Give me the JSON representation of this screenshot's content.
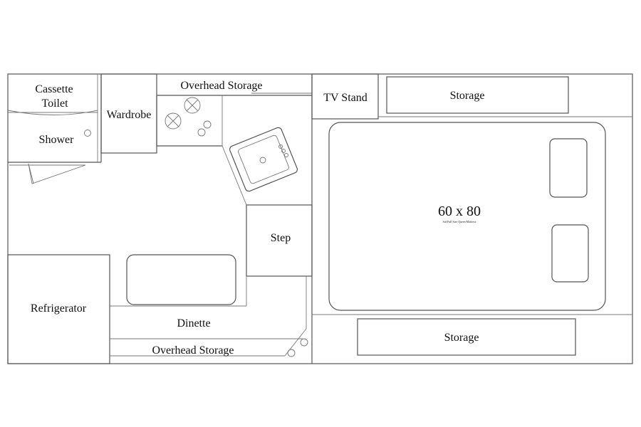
{
  "floorplan": {
    "cassette_toilet_line1": "Cassette",
    "cassette_toilet_line2": "Toilet",
    "shower": "Shower",
    "wardrobe": "Wardrobe",
    "overhead_storage_top": "Overhead Storage",
    "tv_stand": "TV Stand",
    "storage_top": "Storage",
    "mattress_size": "60 x 80",
    "mattress_note": "Std Full Size Queen Mattress",
    "step": "Step",
    "refrigerator": "Refrigerator",
    "dinette": "Dinette",
    "overhead_storage_bottom": "Overhead Storage",
    "storage_bottom": "Storage"
  }
}
